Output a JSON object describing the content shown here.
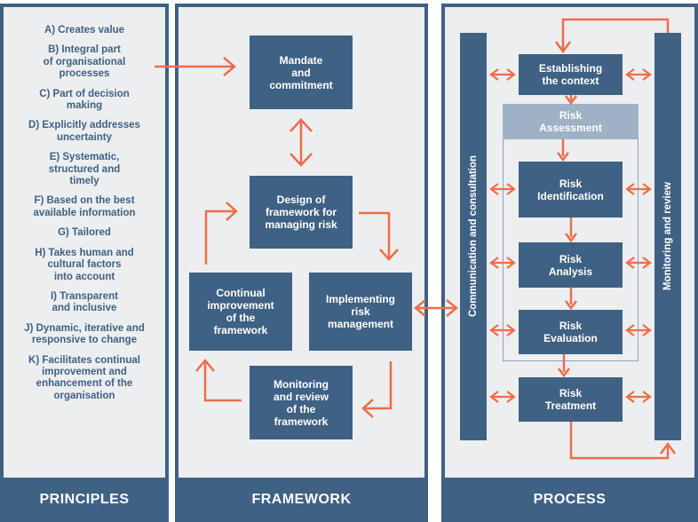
{
  "colors": {
    "navy": "#3f6184",
    "panel_bg": "#eceef0",
    "arrow": "#ed6d4a",
    "assessment_header": "#9fb1c4"
  },
  "principles": {
    "footer": "PRINCIPLES",
    "items": [
      "A) Creates value",
      "B) Integral part\nof organisational\nprocesses",
      "C) Part of decision\nmaking",
      "D) Explicitly addresses\nuncertainty",
      "E) Systematic,\nstructured and\ntimely",
      "F) Based on the best\navailable information",
      "G) Tailored",
      "H) Takes human and\ncultural factors\ninto account",
      "I) Transparent\nand inclusive",
      "J) Dynamic, iterative and\nresponsive to change",
      "K) Facilitates continual\nimprovement and\nenhancement of the\norganisation"
    ]
  },
  "framework": {
    "footer": "FRAMEWORK",
    "mandate": "Mandate\nand\ncommitment",
    "design": "Design of\nframework for\nmanaging risk",
    "continual": "Continual\nimprovement\nof the\nframework",
    "implementing": "Implementing\nrisk\nmanagement",
    "monitoring": "Monitoring\nand review\nof the\nframework"
  },
  "process": {
    "footer": "PROCESS",
    "communication": "Communication and consultation",
    "monitoring": "Monitoring and review",
    "context": "Establishing\nthe context",
    "assessment": "Risk\nAssessment",
    "identification": "Risk\nIdentification",
    "analysis": "Risk\nAnalysis",
    "evaluation": "Risk\nEvaluation",
    "treatment": "Risk\nTreatment"
  }
}
